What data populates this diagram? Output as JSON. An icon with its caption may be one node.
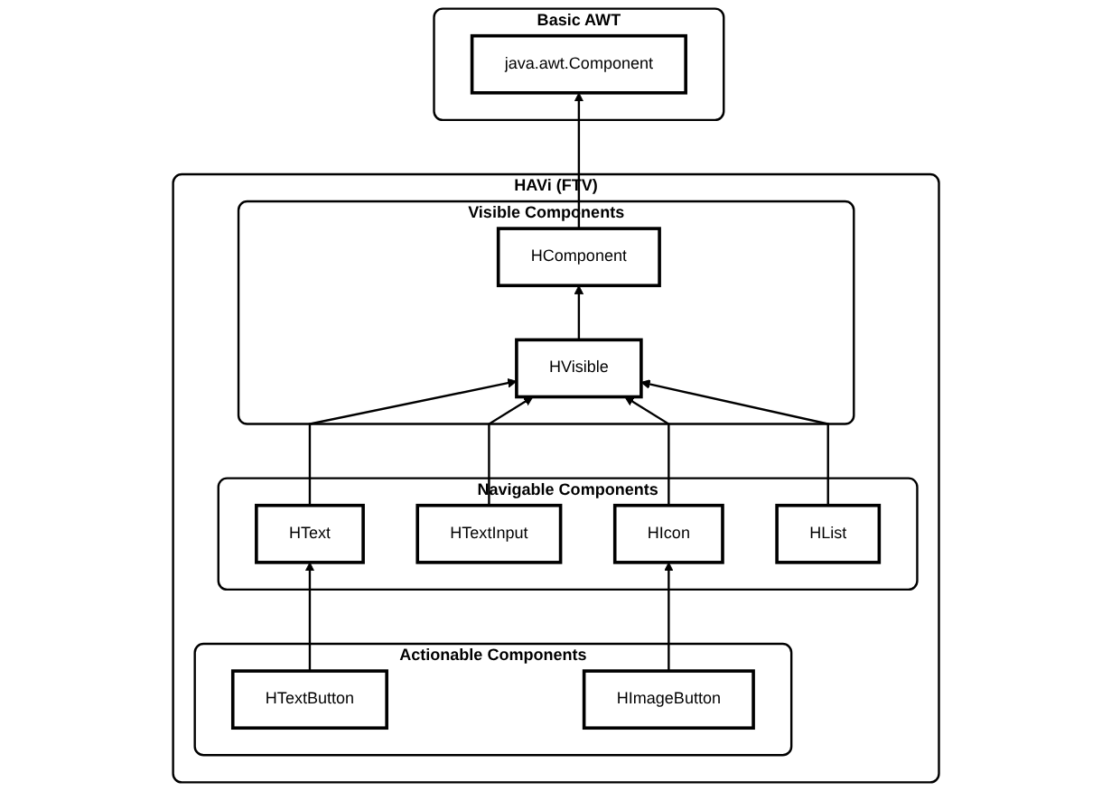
{
  "diagram": {
    "nodes": [
      {
        "text": [
          "Basic AWT"
        ]
      },
      {
        "text": [
          "java.awt.Component"
        ],
        "in": 0
      },
      {
        "text": [
          "HAVi (FTV)"
        ]
      },
      {
        "text": [
          "Visible Components"
        ],
        "in": 2
      },
      {
        "text": [
          "HComponent"
        ],
        "in": 3
      },
      {
        "text": [
          "HVisible"
        ],
        "in": 3
      },
      {
        "text": [
          "Navigable Components"
        ],
        "in": 2
      },
      {
        "text": [
          "HText"
        ],
        "in": 6
      },
      {
        "text": [
          "HTextInput"
        ],
        "in": 6
      },
      {
        "text": [
          "HIcon"
        ],
        "in": 6
      },
      {
        "text": [
          "HList"
        ],
        "in": 6
      },
      {
        "text": [
          "Actionable Components"
        ],
        "in": 2
      },
      {
        "text": [
          "HTextButton"
        ],
        "in": 11
      },
      {
        "text": [
          "HImageButton"
        ],
        "in": 11
      }
    ],
    "edges": [
      {
        "from": 4,
        "to": 1,
        "arrow": "to"
      },
      {
        "from": 5,
        "to": 4,
        "arrow": "to"
      },
      {
        "from": 7,
        "to": 5,
        "arrow": "to"
      },
      {
        "from": 8,
        "to": 5,
        "arrow": "to"
      },
      {
        "from": 9,
        "to": 5,
        "arrow": "to"
      },
      {
        "from": 10,
        "to": 5,
        "arrow": "to"
      },
      {
        "from": 12,
        "to": 7,
        "arrow": "to"
      },
      {
        "from": 13,
        "to": 9,
        "arrow": "to"
      }
    ]
  }
}
